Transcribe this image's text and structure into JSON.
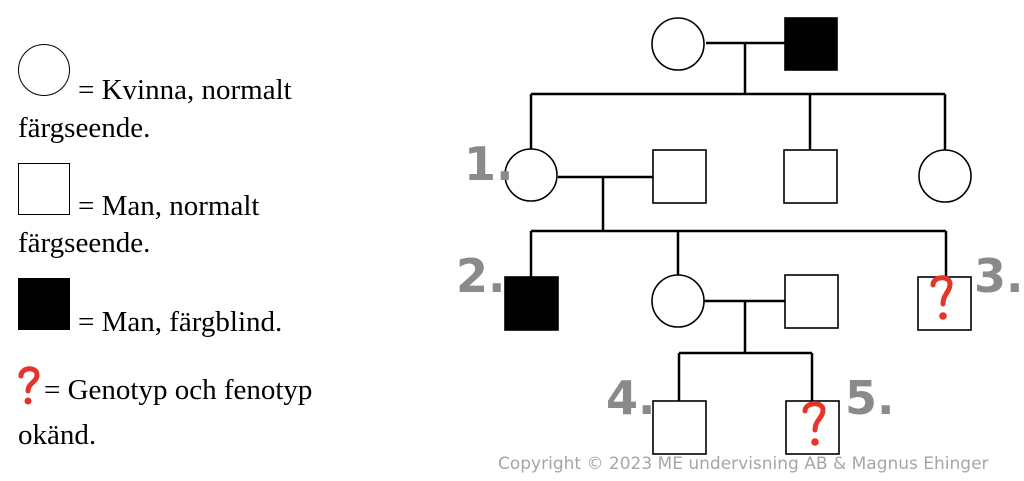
{
  "legend": {
    "woman_normal": "= Kvinna, normalt",
    "woman_normal_cont": "färgseende.",
    "man_normal": "= Man, normalt",
    "man_normal_cont": "färgseende.",
    "man_colorblind": "= Man, färgblind.",
    "unknown": "= Genotyp och fenotyp",
    "unknown_cont": "okänd."
  },
  "labels": {
    "n1": "1.",
    "n2": "2.",
    "n3": "3.",
    "n4": "4.",
    "n5": "5."
  },
  "copyright": "Copyright © 2023 ME undervisning AB & Magnus Ehinger",
  "colors": {
    "line": "#000000",
    "affected_fill": "#000000",
    "number_gray": "#8a8a8a",
    "question_red": "#e8332a",
    "copyright_gray": "#a6a6a6"
  }
}
